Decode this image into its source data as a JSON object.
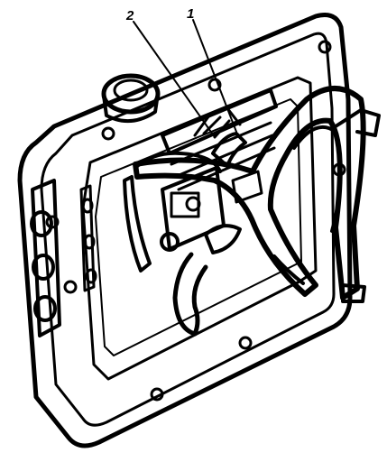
{
  "diagram": {
    "callouts": [
      {
        "id": "2",
        "label": "2"
      },
      {
        "id": "1",
        "label": "1"
      }
    ],
    "colors": {
      "ink": "#000000",
      "paper": "#ffffff"
    }
  }
}
